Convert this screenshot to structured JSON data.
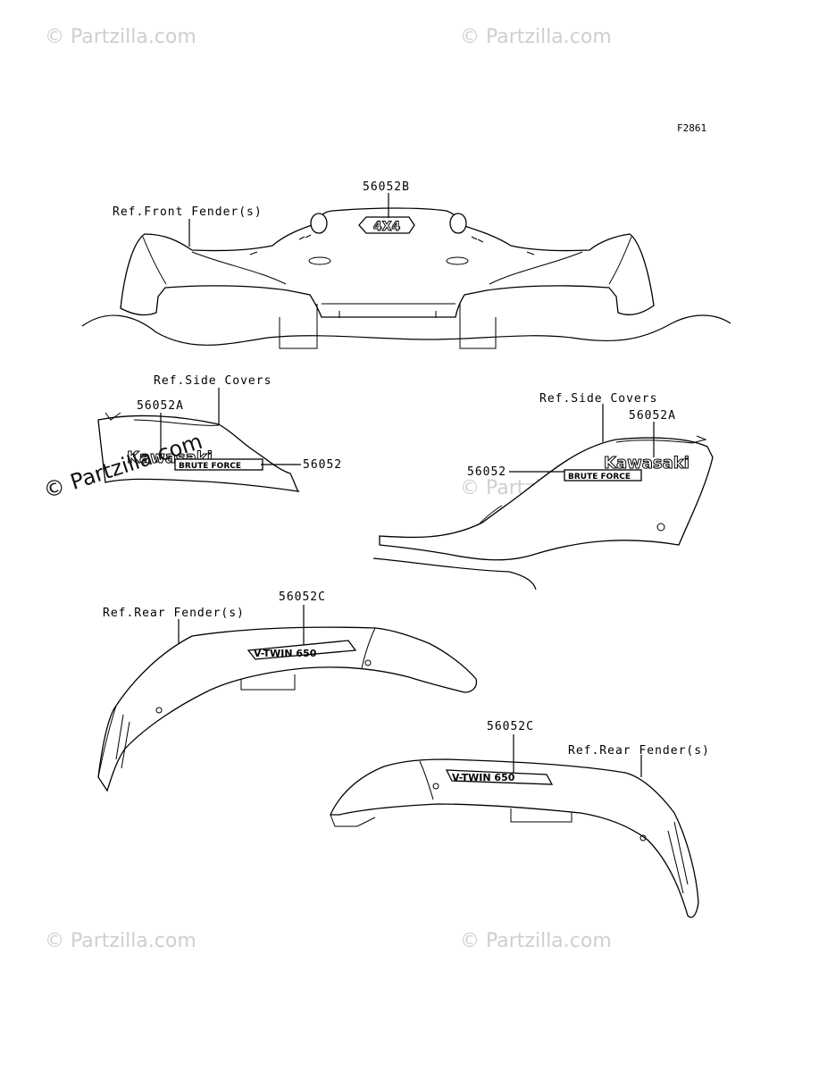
{
  "figure_code": "F2861",
  "watermarks": [
    "© Partzilla.com",
    "© Partzilla.com",
    "© Partzilla.com",
    "© Partzilla.com",
    "© Partzilla.com",
    "© Partzilla.com"
  ],
  "labels": {
    "front_part": "56052B",
    "front_ref": "Ref.Front Fender(s)",
    "left_side_ref": "Ref.Side Covers",
    "left_part_a": "56052A",
    "left_part": "56052",
    "right_side_ref": "Ref.Side Covers",
    "right_part_a": "56052A",
    "right_part": "56052",
    "rear_left_part": "56052C",
    "rear_left_ref": "Ref.Rear Fender(s)",
    "rear_right_part": "56052C",
    "rear_right_ref": "Ref.Rear Fender(s)"
  },
  "emblems": {
    "four_by_four": "4X4",
    "kawasaki": "Kawasaki",
    "brute_force": "BRUTE FORCE",
    "vtwin": "V-TWIN 650"
  }
}
